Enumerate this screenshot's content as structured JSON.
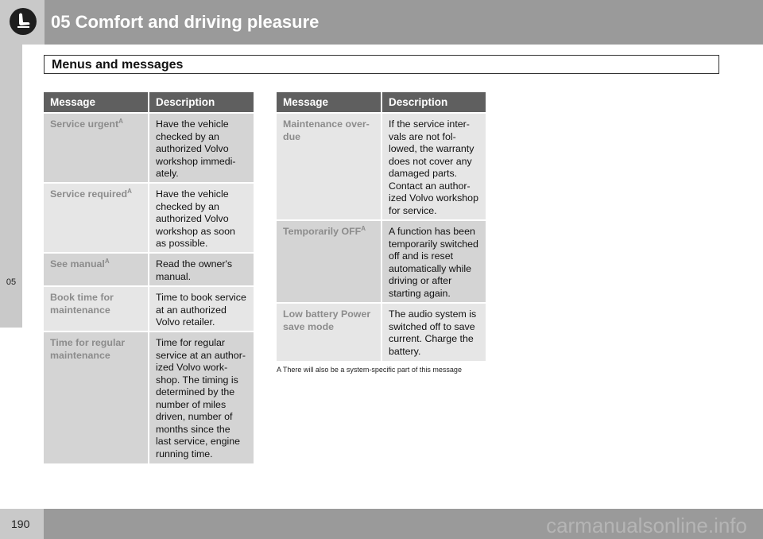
{
  "header": {
    "title": "05 Comfort and driving pleasure",
    "icon": "seat-icon"
  },
  "side_tab": {
    "label": "05"
  },
  "section": {
    "title": "Menus and messages"
  },
  "tables": {
    "left": {
      "headers": [
        "Message",
        "Description"
      ],
      "rows": [
        {
          "message": "Service urgent",
          "sup": "A",
          "description": "Have the vehicle checked by an authorized Volvo workshop immedi-ately."
        },
        {
          "message": "Service required",
          "sup": "A",
          "description": "Have the vehicle checked by an authorized Volvo workshop as soon as possible."
        },
        {
          "message": "See manual",
          "sup": "A",
          "description": "Read the owner's manual."
        },
        {
          "message": "Book time for maintenance",
          "description": "Time to book service at an authorized Volvo retailer."
        },
        {
          "message": "Time for regular maintenance",
          "description": "Time for regular service at an author-ized Volvo work-shop. The timing is determined by the number of miles driven, number of months since the last service, engine running time."
        }
      ]
    },
    "right": {
      "headers": [
        "Message",
        "Description"
      ],
      "rows": [
        {
          "message": "Maintenance over-due",
          "description": "If the service inter-vals are not fol-lowed, the warranty does not cover any damaged parts. Contact an author-ized Volvo workshop for service."
        },
        {
          "message": "Temporarily OFF",
          "sup": "A",
          "description": "A function has been temporarily switched off and is reset automatically while driving or after starting again."
        },
        {
          "message": "Low battery Power save mode",
          "description": "The audio system is switched off to save current. Charge the battery."
        }
      ]
    }
  },
  "footnote": {
    "marker": "A",
    "text": "There will also be a system-specific part of this message"
  },
  "footer": {
    "page_number": "190",
    "watermark": "carmanualsonline.info"
  },
  "colors": {
    "header_bg": "#9a9a9a",
    "tab_bg": "#c9c9c9",
    "table_header": "#5f5f5f",
    "row_dark": "#d4d4d4",
    "row_light": "#e6e6e6"
  }
}
